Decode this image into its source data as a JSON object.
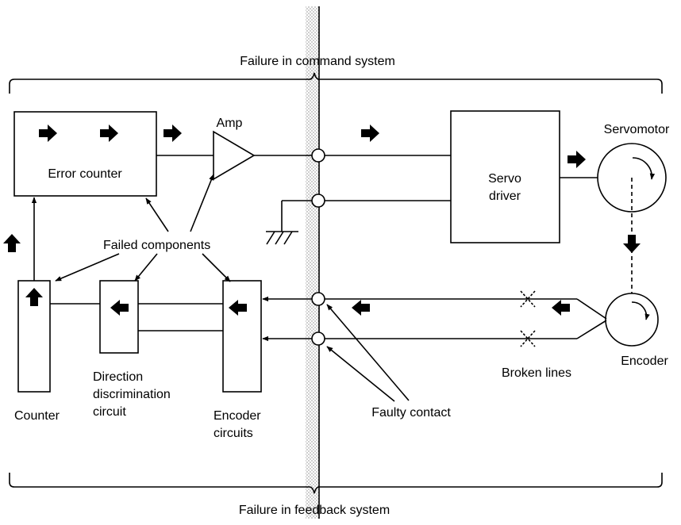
{
  "labels": {
    "command_system": "Failure in command system",
    "feedback_system": "Failure in feedback system",
    "error_counter": "Error counter",
    "amp": "Amp",
    "servo_driver_line1": "Servo",
    "servo_driver_line2": "driver",
    "servomotor": "Servomotor",
    "failed_components": "Failed components",
    "counter": "Counter",
    "direction_line1": "Direction",
    "direction_line2": "discrimination",
    "direction_line3": "circuit",
    "encoder_circuits_line1": "Encoder",
    "encoder_circuits_line2": "circuits",
    "faulty_contact": "Faulty contact",
    "broken_lines": "Broken lines",
    "encoder": "Encoder"
  }
}
